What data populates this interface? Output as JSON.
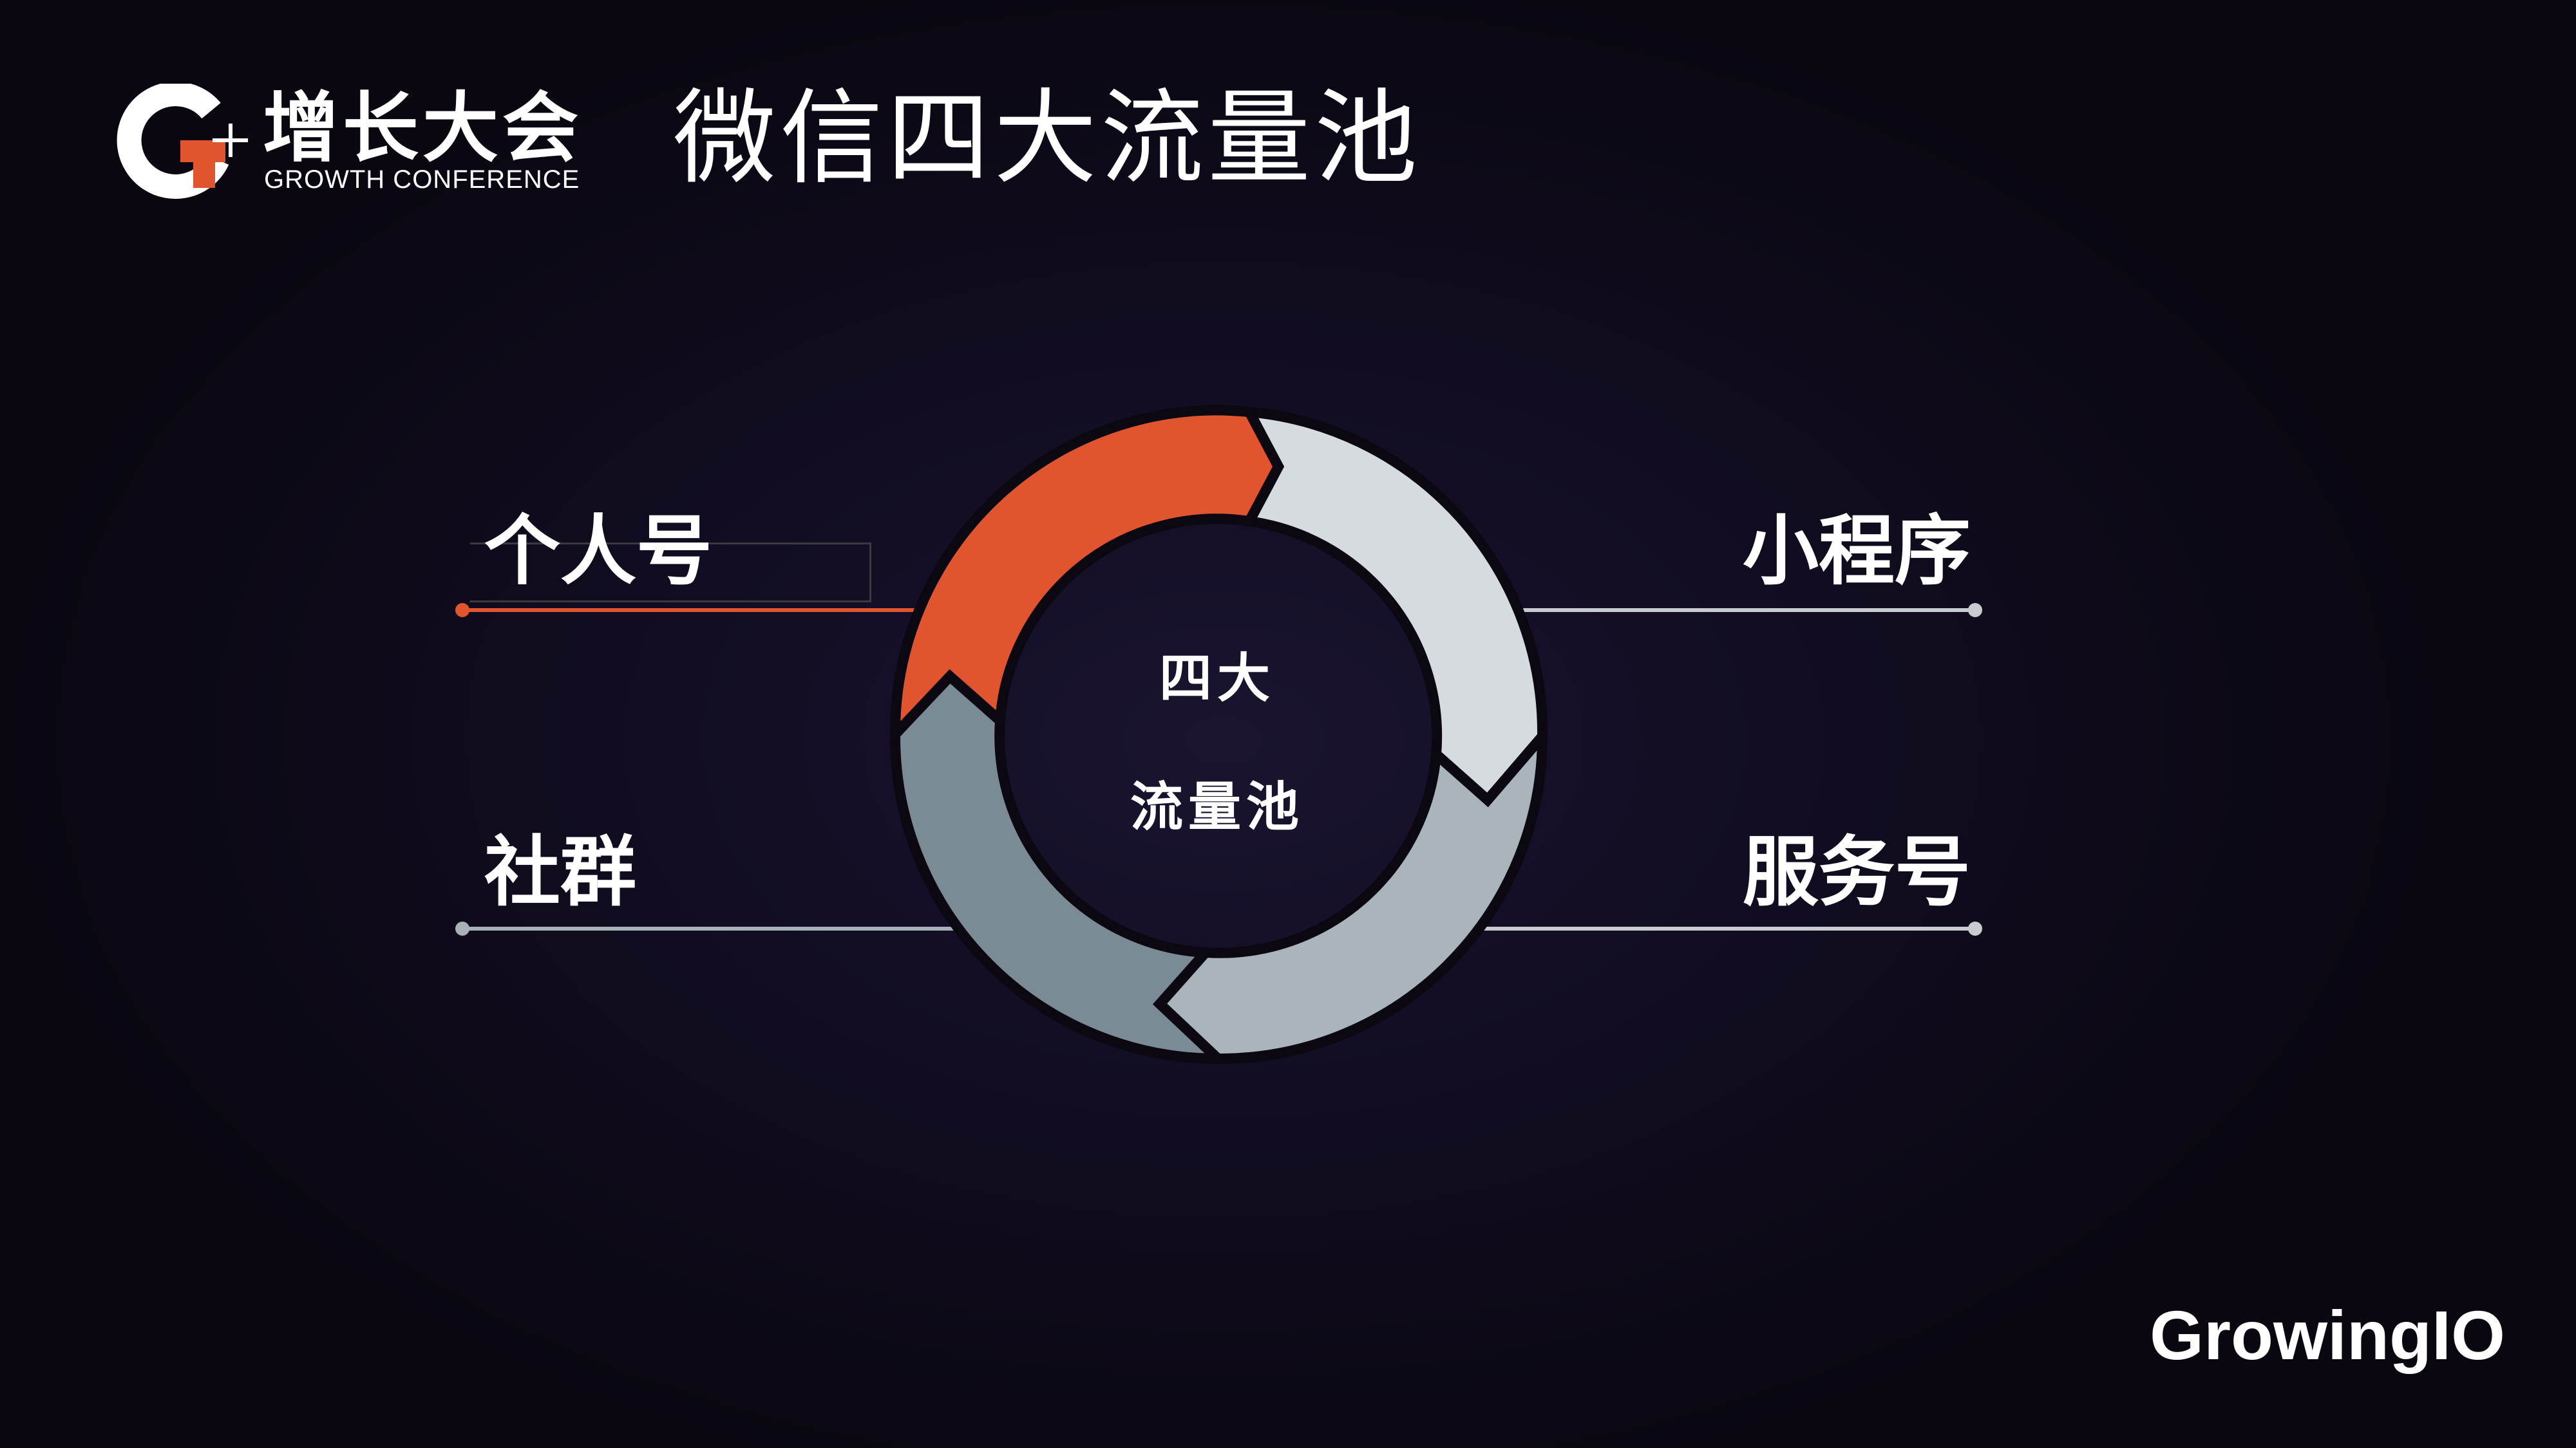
{
  "header": {
    "logo_cn": "增长大会",
    "logo_en": "GROWTH CONFERENCE",
    "title": "微信四大流量池"
  },
  "diagram": {
    "center_line1": "四大",
    "center_line2": "流量池",
    "labels": {
      "top_left": "个人号",
      "top_right": "小程序",
      "bottom_left": "社群",
      "bottom_right": "服务号"
    }
  },
  "footer": {
    "brand": "GrowingIO"
  },
  "colors": {
    "background": "#0b0812",
    "accent_orange": "#e05530",
    "segment_light": "#d5dbdf",
    "segment_mid": "#aab4bb",
    "segment_dark": "#7b8b96",
    "connector_gray": "#c8ccd0"
  }
}
